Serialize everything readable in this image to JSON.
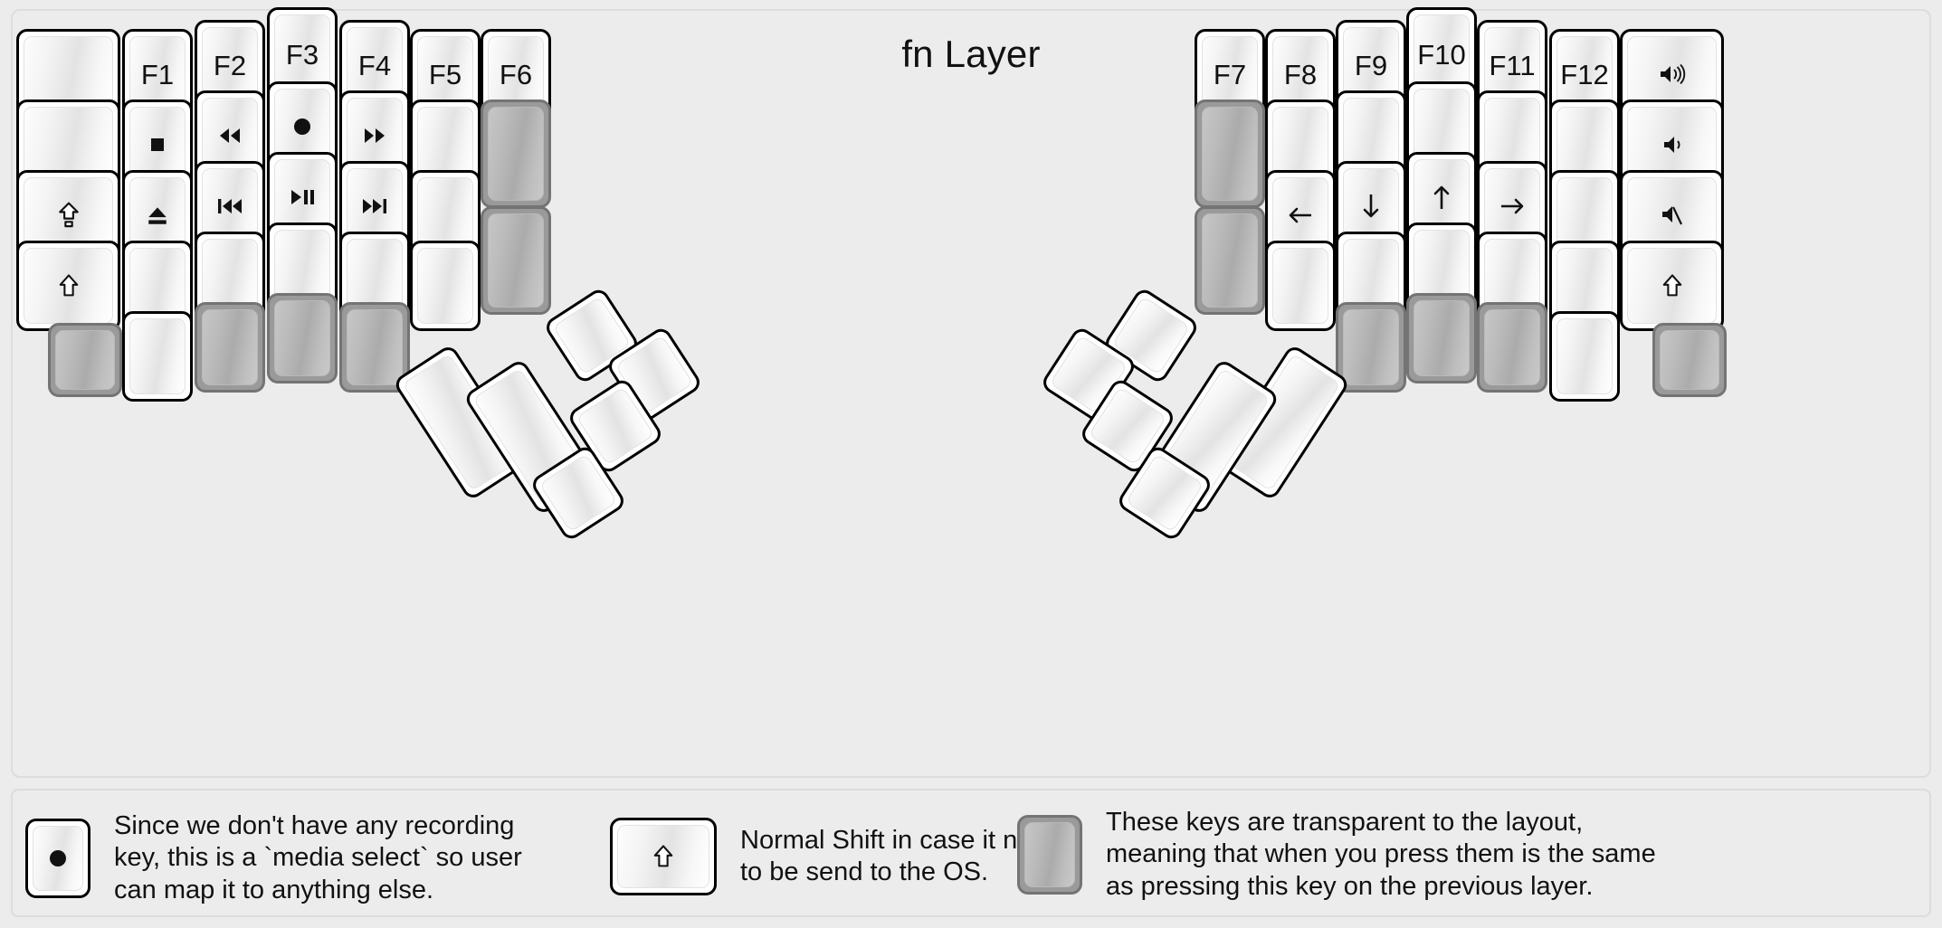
{
  "title": "fn Layer",
  "colors": {
    "background": "#ececec",
    "key_face": "#ffffff",
    "key_border": "#000000",
    "transparent_key": "#9a9a9a",
    "transparent_key_border": "#747474",
    "text": "#111111"
  },
  "left_half": {
    "columns": [
      {
        "name": "col-pinky-outer",
        "keys": [
          {
            "label": "",
            "icon": "blank",
            "state": "normal"
          },
          {
            "label": "",
            "icon": "blank",
            "state": "normal"
          },
          {
            "label": "",
            "icon": "caps-lock-arrow",
            "state": "normal"
          },
          {
            "label": "",
            "icon": "shift-arrow",
            "state": "normal"
          }
        ]
      },
      {
        "name": "col-pinky",
        "keys": [
          {
            "label": "F1",
            "icon": "text",
            "state": "normal"
          },
          {
            "label": "",
            "icon": "media-stop",
            "state": "normal"
          },
          {
            "label": "",
            "icon": "media-eject",
            "state": "normal"
          },
          {
            "label": "",
            "icon": "blank",
            "state": "normal"
          },
          {
            "label": "",
            "icon": "blank",
            "state": "normal"
          }
        ],
        "thumb_row_key": {
          "label": "",
          "icon": "blank",
          "state": "transparent"
        }
      },
      {
        "name": "col-ring",
        "keys": [
          {
            "label": "F2",
            "icon": "text",
            "state": "normal"
          },
          {
            "label": "",
            "icon": "media-rewind",
            "state": "normal"
          },
          {
            "label": "",
            "icon": "media-prev",
            "state": "normal"
          },
          {
            "label": "",
            "icon": "blank",
            "state": "normal"
          },
          {
            "label": "",
            "icon": "blank",
            "state": "transparent"
          }
        ]
      },
      {
        "name": "col-middle",
        "keys": [
          {
            "label": "F3",
            "icon": "text",
            "state": "normal"
          },
          {
            "label": "",
            "icon": "media-record",
            "state": "normal"
          },
          {
            "label": "",
            "icon": "media-playpause",
            "state": "normal"
          },
          {
            "label": "",
            "icon": "blank",
            "state": "normal"
          },
          {
            "label": "",
            "icon": "blank",
            "state": "transparent"
          }
        ]
      },
      {
        "name": "col-index",
        "keys": [
          {
            "label": "F4",
            "icon": "text",
            "state": "normal"
          },
          {
            "label": "",
            "icon": "media-fastfwd",
            "state": "normal"
          },
          {
            "label": "",
            "icon": "media-next",
            "state": "normal",
            "underbar": true
          },
          {
            "label": "",
            "icon": "blank",
            "state": "normal"
          },
          {
            "label": "",
            "icon": "blank",
            "state": "transparent"
          }
        ]
      },
      {
        "name": "col-index-inner",
        "keys": [
          {
            "label": "F5",
            "icon": "text",
            "state": "normal"
          },
          {
            "label": "",
            "icon": "blank",
            "state": "normal"
          },
          {
            "label": "",
            "icon": "blank",
            "state": "normal"
          },
          {
            "label": "",
            "icon": "blank",
            "state": "normal"
          }
        ]
      },
      {
        "name": "col-inner-extra",
        "keys": [
          {
            "label": "F6",
            "icon": "text",
            "state": "normal"
          },
          {
            "label": "",
            "icon": "blank",
            "state": "transparent",
            "tall": true
          },
          {
            "label": "",
            "icon": "blank",
            "state": "transparent",
            "tall": true
          }
        ]
      }
    ],
    "thumb_cluster": [
      {
        "name": "thumb-l-1",
        "label": "",
        "icon": "blank",
        "state": "normal",
        "size": "2u"
      },
      {
        "name": "thumb-l-2",
        "label": "",
        "icon": "blank",
        "state": "normal",
        "size": "2u"
      },
      {
        "name": "thumb-l-3",
        "label": "",
        "icon": "blank",
        "state": "normal",
        "size": "1u"
      },
      {
        "name": "thumb-l-4",
        "label": "",
        "icon": "blank",
        "state": "normal",
        "size": "1u"
      },
      {
        "name": "thumb-l-5",
        "label": "",
        "icon": "blank",
        "state": "normal",
        "size": "1u"
      },
      {
        "name": "thumb-l-6",
        "label": "",
        "icon": "blank",
        "state": "normal",
        "size": "1u"
      }
    ]
  },
  "right_half": {
    "columns": [
      {
        "name": "col-inner-extra",
        "keys": [
          {
            "label": "F7",
            "icon": "text",
            "state": "normal"
          },
          {
            "label": "",
            "icon": "blank",
            "state": "transparent",
            "tall": true
          },
          {
            "label": "",
            "icon": "blank",
            "state": "transparent",
            "tall": true
          }
        ]
      },
      {
        "name": "col-index-inner",
        "keys": [
          {
            "label": "F8",
            "icon": "text",
            "state": "normal"
          },
          {
            "label": "",
            "icon": "blank",
            "state": "normal"
          },
          {
            "label": "",
            "icon": "arrow-left",
            "state": "normal"
          },
          {
            "label": "",
            "icon": "blank",
            "state": "normal"
          }
        ]
      },
      {
        "name": "col-index",
        "keys": [
          {
            "label": "F9",
            "icon": "text",
            "state": "normal"
          },
          {
            "label": "",
            "icon": "blank",
            "state": "normal"
          },
          {
            "label": "",
            "icon": "arrow-down",
            "state": "normal",
            "underbar": true
          },
          {
            "label": "",
            "icon": "blank",
            "state": "normal"
          },
          {
            "label": "",
            "icon": "blank",
            "state": "transparent"
          }
        ]
      },
      {
        "name": "col-middle",
        "keys": [
          {
            "label": "F10",
            "icon": "text",
            "state": "normal"
          },
          {
            "label": "",
            "icon": "blank",
            "state": "normal"
          },
          {
            "label": "",
            "icon": "arrow-up",
            "state": "normal"
          },
          {
            "label": "",
            "icon": "blank",
            "state": "normal"
          },
          {
            "label": "",
            "icon": "blank",
            "state": "transparent"
          }
        ]
      },
      {
        "name": "col-ring",
        "keys": [
          {
            "label": "F11",
            "icon": "text",
            "state": "normal"
          },
          {
            "label": "",
            "icon": "blank",
            "state": "normal"
          },
          {
            "label": "",
            "icon": "arrow-right",
            "state": "normal"
          },
          {
            "label": "",
            "icon": "blank",
            "state": "normal"
          },
          {
            "label": "",
            "icon": "blank",
            "state": "transparent"
          }
        ]
      },
      {
        "name": "col-pinky",
        "keys": [
          {
            "label": "F12",
            "icon": "text",
            "state": "normal"
          },
          {
            "label": "",
            "icon": "blank",
            "state": "normal"
          },
          {
            "label": "",
            "icon": "blank",
            "state": "normal"
          },
          {
            "label": "",
            "icon": "blank",
            "state": "normal"
          },
          {
            "label": "",
            "icon": "blank",
            "state": "normal"
          }
        ]
      },
      {
        "name": "col-pinky-outer",
        "keys": [
          {
            "label": "",
            "icon": "volume-up",
            "state": "normal"
          },
          {
            "label": "",
            "icon": "volume-down",
            "state": "normal"
          },
          {
            "label": "",
            "icon": "volume-mute",
            "state": "normal"
          },
          {
            "label": "",
            "icon": "shift-arrow",
            "state": "normal"
          },
          {
            "label": "",
            "icon": "blank",
            "state": "transparent"
          }
        ]
      }
    ],
    "thumb_cluster": [
      {
        "name": "thumb-r-1",
        "label": "",
        "icon": "blank",
        "state": "normal",
        "size": "2u"
      },
      {
        "name": "thumb-r-2",
        "label": "",
        "icon": "blank",
        "state": "normal",
        "size": "2u"
      },
      {
        "name": "thumb-r-3",
        "label": "",
        "icon": "blank",
        "state": "normal",
        "size": "1u"
      },
      {
        "name": "thumb-r-4",
        "label": "",
        "icon": "blank",
        "state": "normal",
        "size": "1u"
      },
      {
        "name": "thumb-r-5",
        "label": "",
        "icon": "blank",
        "state": "normal",
        "size": "1u"
      },
      {
        "name": "thumb-r-6",
        "label": "",
        "icon": "blank",
        "state": "normal",
        "size": "1u"
      }
    ]
  },
  "legend": [
    {
      "key_icon": "media-record",
      "key_state": "normal",
      "text": "Since we don't have any recording\nkey, this is a `media select` so user\ncan map it to anything else."
    },
    {
      "key_icon": "shift-arrow",
      "key_state": "normal",
      "text": "Normal Shift in case it needs\nto be send to the OS."
    },
    {
      "key_icon": "blank",
      "key_state": "transparent",
      "text": "These keys are transparent to the layout,\nmeaning that when you press them is the same\nas pressing this key on the previous layer."
    }
  ]
}
